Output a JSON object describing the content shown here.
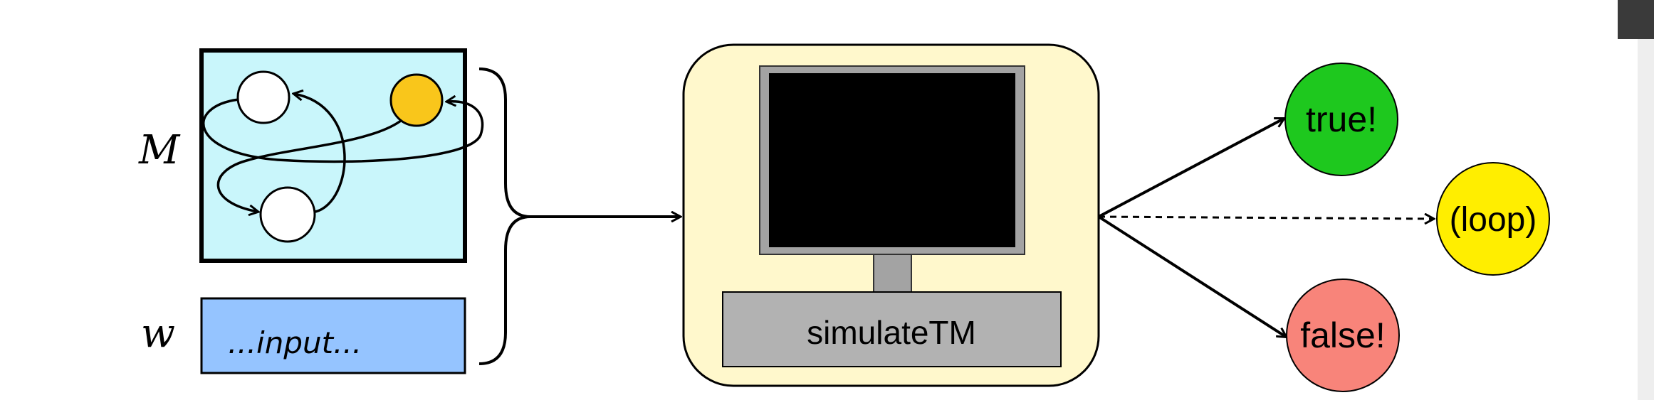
{
  "diagram": {
    "machine_label": "M",
    "input_label": "w",
    "input_text": "...input...",
    "simulator_label": "simulateTM",
    "outcomes": {
      "true_label": "true!",
      "loop_label": "(loop)",
      "false_label": "false!"
    }
  },
  "colors": {
    "machine_bg": "#c9f6fb",
    "input_bg": "#95c4ff",
    "simulator_bg": "#fff8cc",
    "screen": "#000000",
    "monitor_frame": "#a3a3a3",
    "base": "#b2b2b2",
    "accept_state": "#f9c61b",
    "true": "#1ec81e",
    "loop": "#ffee00",
    "false": "#f8847a"
  }
}
